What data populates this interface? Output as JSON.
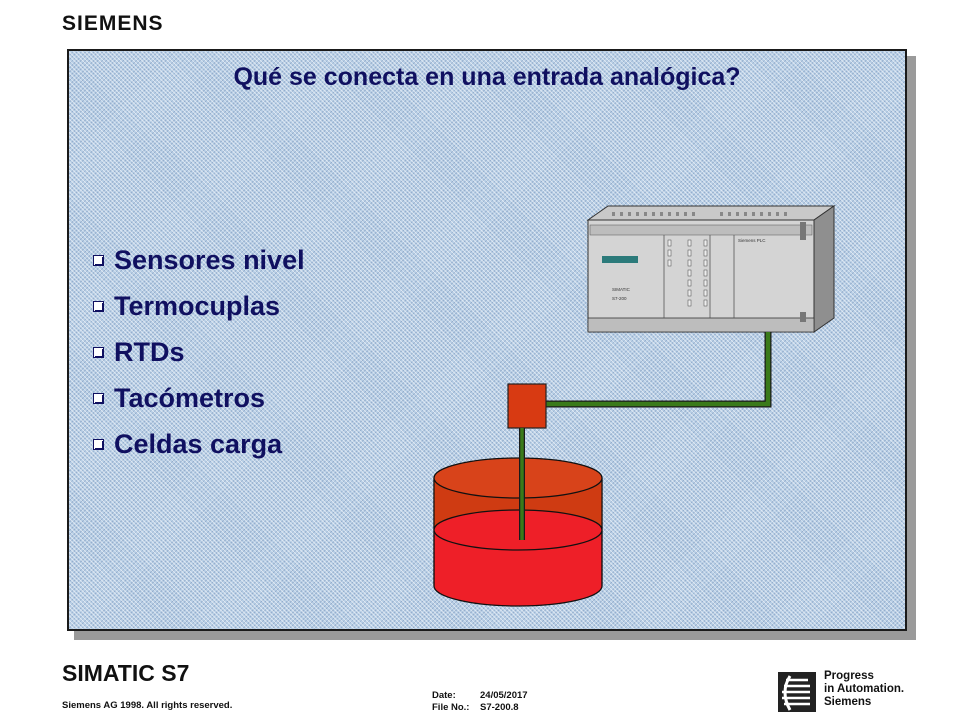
{
  "header": {
    "logo": "SIEMENS"
  },
  "slide": {
    "title": "Qué se conecta en una entrada analógica?",
    "bullets": [
      "Sensores nivel",
      "Termocuplas",
      "RTDs",
      "Tacómetros",
      "Celdas carga"
    ]
  },
  "diagram": {
    "plc_brand": "SIMATIC",
    "plc_model": "S7-200",
    "plc_label": "Siemens PLC",
    "cable_color": "#3a7a1a",
    "sensor_color": "#d83a12",
    "tank_color": "#ee1f28"
  },
  "footer": {
    "product": "SIMATIC S7",
    "copyright": "Siemens AG 1998. All rights reserved.",
    "date_label": "Date:",
    "date_value": "24/05/2017",
    "file_label": "File No.:",
    "file_value": "S7-200.8",
    "tagline_1": "Progress",
    "tagline_2": "in Automation.",
    "tagline_3": "Siemens"
  }
}
